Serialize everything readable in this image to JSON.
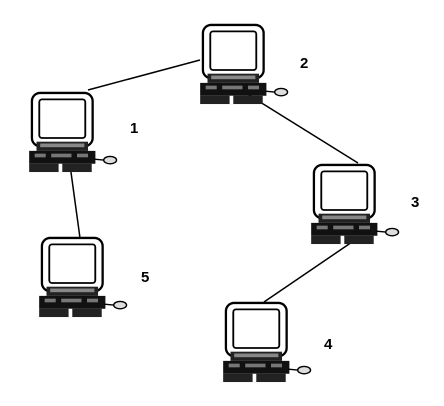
{
  "diagram": {
    "nodes": [
      {
        "id": "1",
        "label": "1"
      },
      {
        "id": "2",
        "label": "2"
      },
      {
        "id": "3",
        "label": "3"
      },
      {
        "id": "4",
        "label": "4"
      },
      {
        "id": "5",
        "label": "5"
      }
    ],
    "links": [
      {
        "from": "2",
        "to": "1"
      },
      {
        "from": "1",
        "to": "5"
      },
      {
        "from": "2",
        "to": "3"
      },
      {
        "from": "3",
        "to": "4"
      }
    ],
    "icon": "desktop-computer-icon",
    "colors": {
      "stroke": "#000000",
      "screen": "#ffffff",
      "base": "#111111"
    }
  }
}
